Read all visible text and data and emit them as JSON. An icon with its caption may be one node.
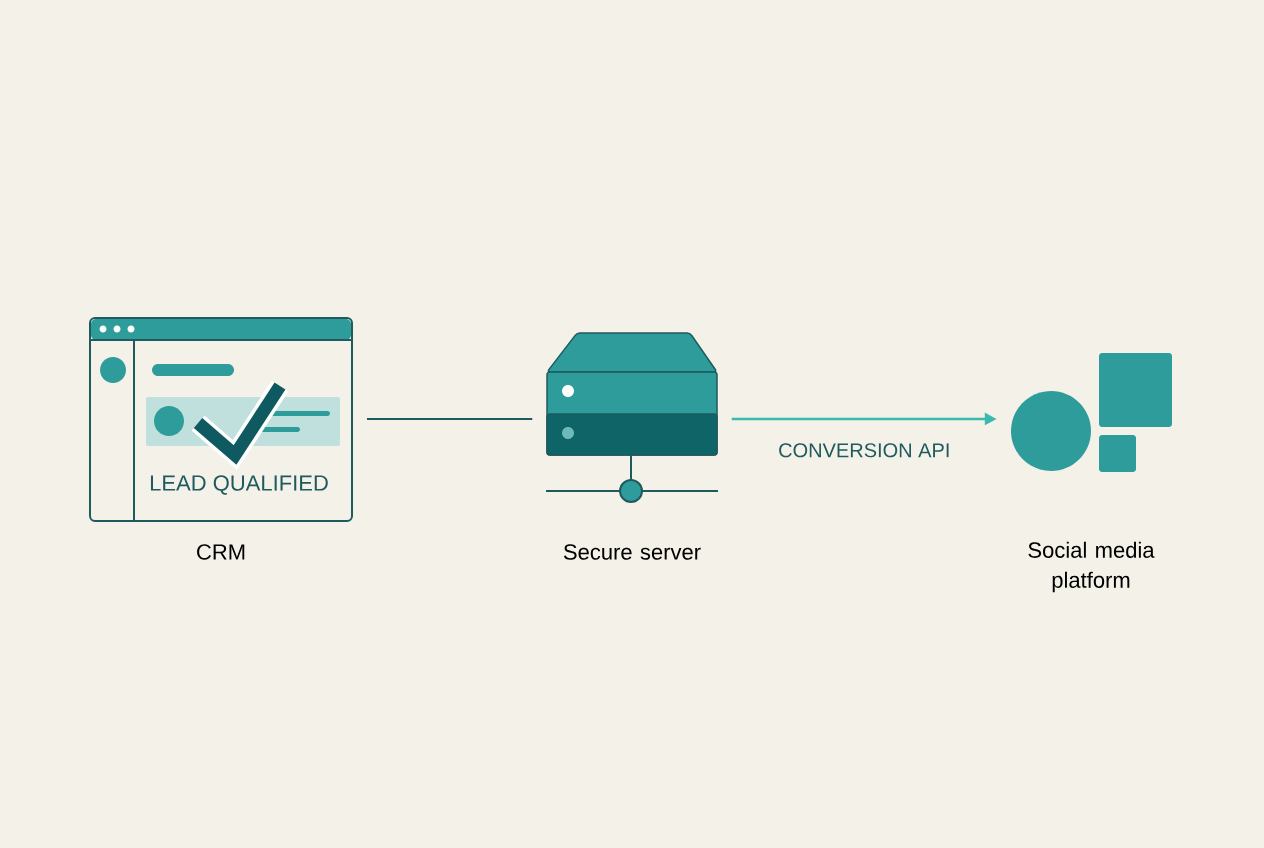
{
  "diagram": {
    "nodes": [
      {
        "text": [
          "LEAD QUALIFIED"
        ],
        "beside": [
          "CRM"
        ]
      },
      {
        "text": [],
        "shape": "server",
        "beside": [
          "Secure server"
        ]
      },
      {
        "text": [],
        "shape": "picture",
        "beside": [
          "Social media platform"
        ]
      }
    ],
    "edges": [
      {
        "from": 0,
        "to": 1,
        "arrow": "none"
      },
      {
        "from": 1,
        "to": 2,
        "arrow": "to",
        "label": "CONVERSION API",
        "color": "#3bb8b0"
      }
    ]
  }
}
